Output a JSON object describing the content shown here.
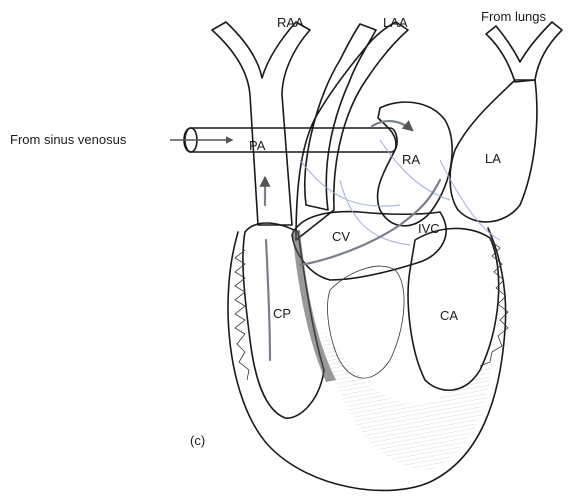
{
  "figure": {
    "panel_label": "(c)",
    "labels": {
      "raa": "RAA",
      "laa": "LAA",
      "from_lungs": "From lungs",
      "from_sinus_venosus": "From sinus venosus",
      "pa": "PA",
      "ra": "RA",
      "la": "LA",
      "cv": "CV",
      "ivc": "IVC",
      "cp": "CP",
      "ca": "CA"
    },
    "colors": {
      "ink": "#1a1a1a",
      "chamber_fill": "#d6d7e0",
      "vessel_fill": "#f4f4f4",
      "vein_tint": "#9aa6d6",
      "flow_arrow": "#7a7f8c"
    }
  }
}
